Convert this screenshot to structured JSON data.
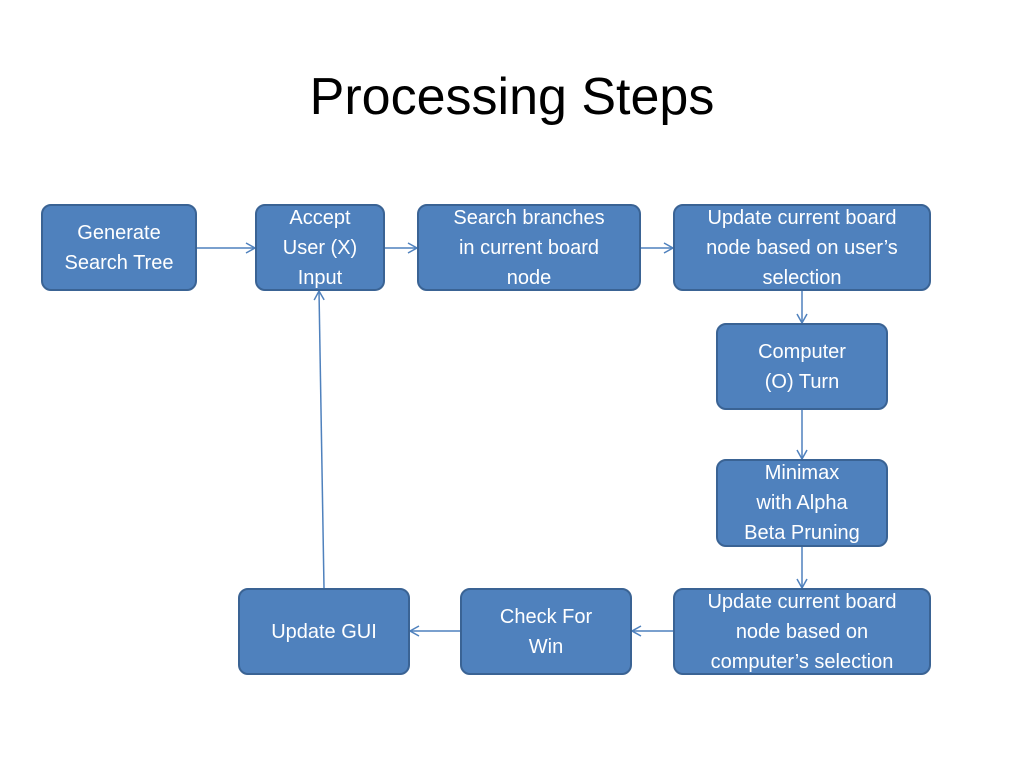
{
  "slide": {
    "title": "Processing Steps"
  },
  "nodes": {
    "generate": "Generate\nSearch Tree",
    "accept": "Accept\nUser (X)\nInput",
    "search": "Search branches\nin current board\nnode",
    "update_user": "Update current board\nnode based on user’s\nselection",
    "computer_turn": "Computer\n(O) Turn",
    "minimax": "Minimax\nwith Alpha\nBeta Pruning",
    "update_computer": "Update current board\nnode based on\ncomputer’s selection",
    "check_win": "Check For\nWin",
    "update_gui": "Update GUI"
  },
  "colors": {
    "box_fill": "#4f81bd",
    "box_border": "#3a6394",
    "connector": "#4f81bd",
    "text": "#ffffff"
  }
}
